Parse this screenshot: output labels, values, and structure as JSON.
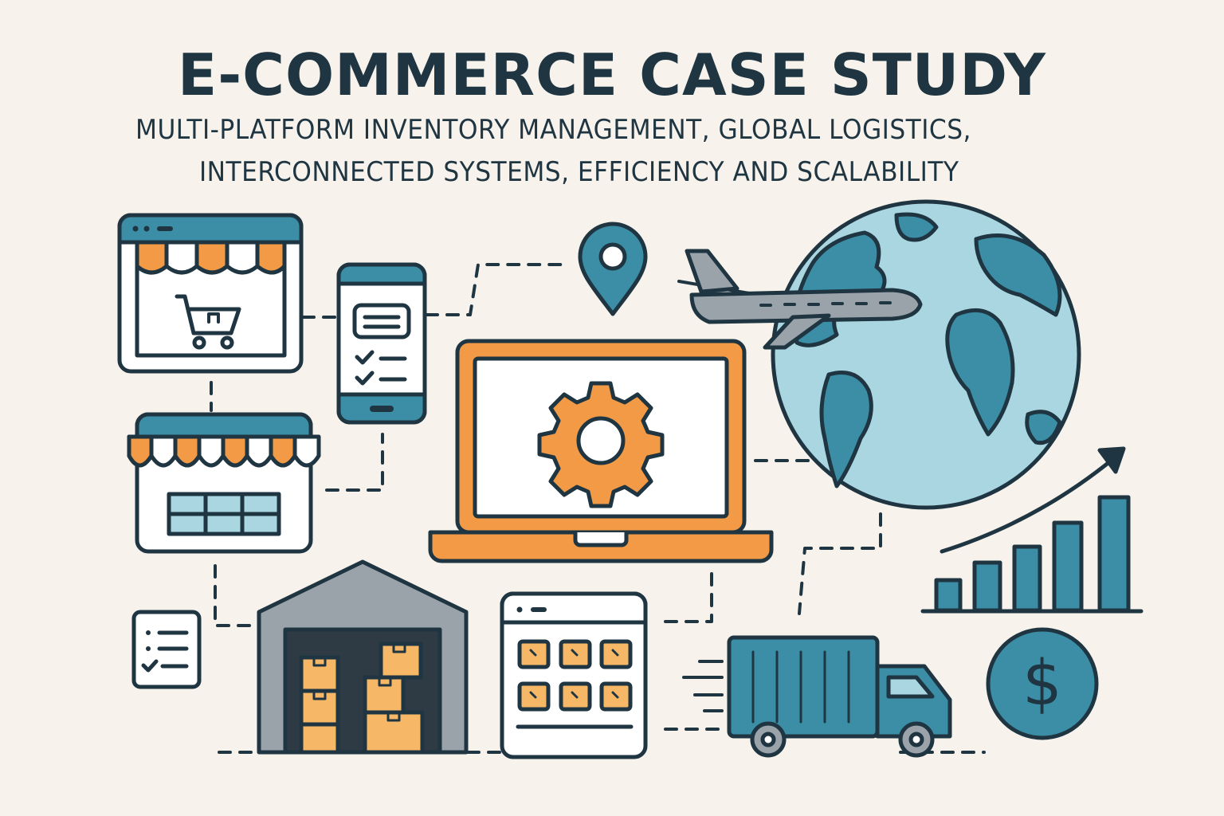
{
  "header": {
    "title": "E-COMMERCE CASE STUDY",
    "subtitle_line1": "MULTI-PLATFORM INVENTORY MANAGEMENT, GLOBAL LOGISTICS,",
    "subtitle_line2": "INTERCONNECTED SYSTEMS, EFFICIENCY AND SCALABILITY"
  },
  "icons": {
    "online_store": "online-storefront-icon",
    "mobile_app": "mobile-checklist-icon",
    "physical_store": "physical-store-icon",
    "checklist": "checklist-icon",
    "location_pin": "location-pin-icon",
    "laptop": "laptop-gear-icon",
    "airplane": "airplane-icon",
    "globe": "globe-icon",
    "growth_chart": "growth-chart-icon",
    "warehouse": "warehouse-icon",
    "calendar": "calendar-schedule-icon",
    "truck": "delivery-truck-icon",
    "dollar": "dollar-coin-icon",
    "dollar_symbol": "$"
  },
  "colors": {
    "background": "#f7f3ec",
    "outline": "#1f3542",
    "teal": "#3b8ea5",
    "light_blue": "#a9d6e0",
    "orange": "#f29a45",
    "box": "#f6b866",
    "gray": "#9aa3aa"
  }
}
